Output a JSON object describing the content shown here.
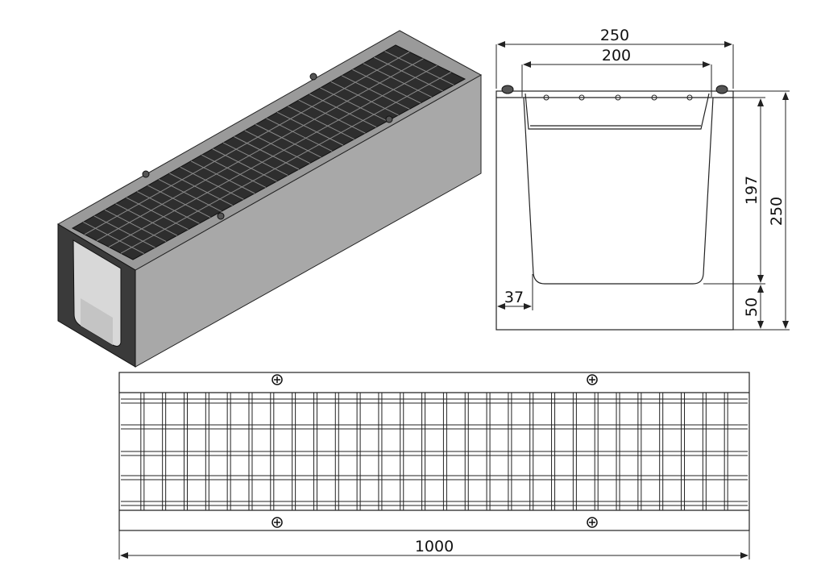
{
  "dimensions": {
    "overall_width": "250",
    "inner_width": "200",
    "inner_depth": "197",
    "overall_height": "250",
    "wall_thickness": "37",
    "base_thickness": "50",
    "length": "1000"
  },
  "colors": {
    "line": "#222222",
    "concrete_top": "#9a9a9a",
    "concrete_side": "#a9a9a9",
    "concrete_end": "#3a3a3a",
    "grate": "#2b2b2b"
  }
}
